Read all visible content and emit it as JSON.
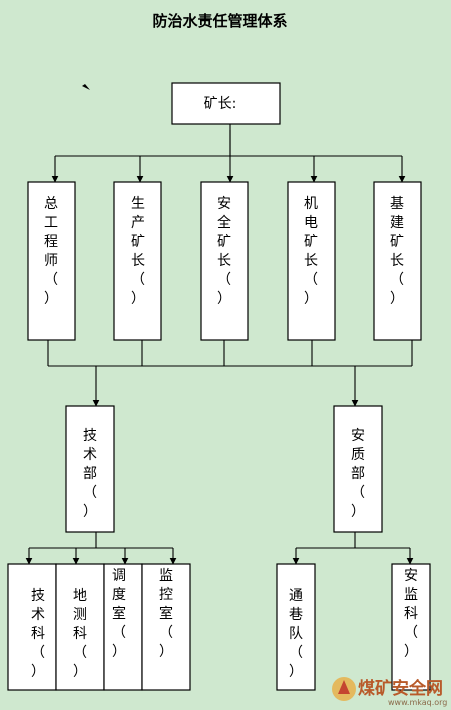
{
  "title": "防治水责任管理体系",
  "top": {
    "label": "矿长:"
  },
  "level2": [
    {
      "id": "chief-engineer",
      "label": "总工程师（）"
    },
    {
      "id": "production-manager",
      "label": "生产矿长（）"
    },
    {
      "id": "safety-manager",
      "label": "安全矿长（）"
    },
    {
      "id": "electromech-manager",
      "label": "机电矿长（）"
    },
    {
      "id": "construction-manager",
      "label": "基建矿长（）"
    }
  ],
  "level3": [
    {
      "id": "tech-dept",
      "label": "技术部（）"
    },
    {
      "id": "quality-dept",
      "label": "安质部（）"
    }
  ],
  "level4_tech": [
    {
      "id": "tech-section",
      "label": "技术科（）"
    },
    {
      "id": "survey-section",
      "label": "地测科（）"
    },
    {
      "id": "dispatch-room",
      "label": "调度室（）"
    },
    {
      "id": "monitor-room",
      "label": "监控室（）"
    }
  ],
  "level4_quality": [
    {
      "id": "ventilation-team",
      "label": "通巷队（）"
    },
    {
      "id": "safety-supervision",
      "label": "安监科（）"
    }
  ],
  "watermark": {
    "text": "煤矿安全网",
    "url": "www.mkaq.org"
  },
  "colors": {
    "background": "#cfe8cf",
    "box": "#ffffff",
    "line": "#000000",
    "watermark": "#b85a2a"
  }
}
